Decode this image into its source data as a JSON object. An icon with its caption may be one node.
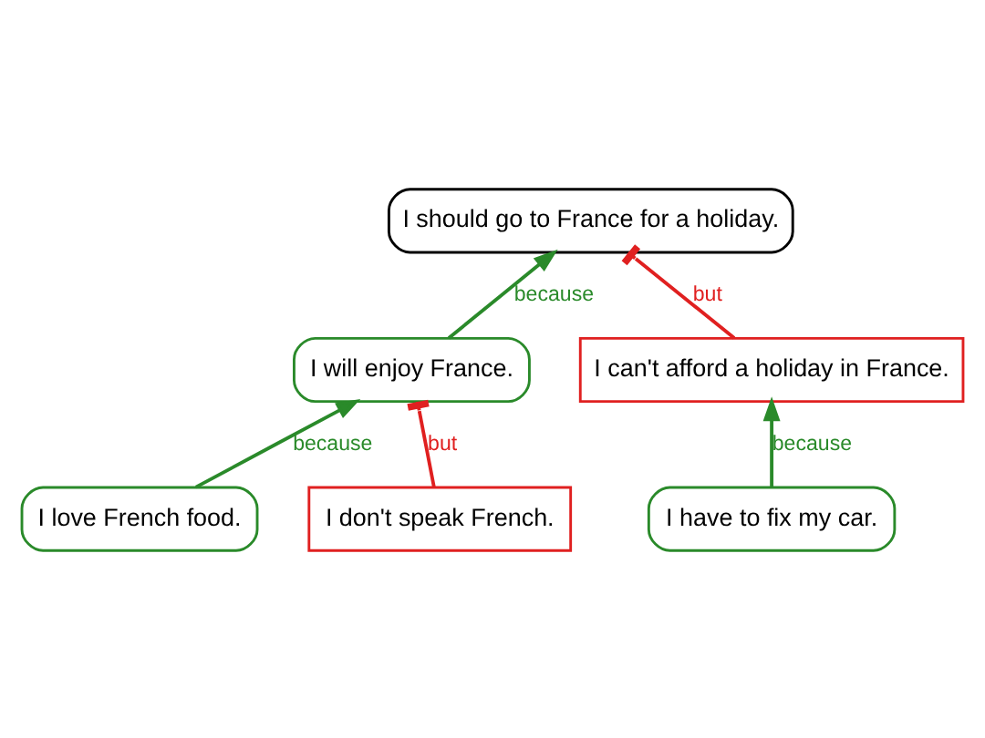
{
  "diagram": {
    "nodes": [
      {
        "text": [
          "I should go to France for a holiday."
        ]
      },
      {
        "text": [
          "I will enjoy France."
        ]
      },
      {
        "text": [
          "I can't afford a holiday in France."
        ]
      },
      {
        "text": [
          "I love French food."
        ]
      },
      {
        "text": [
          "I don't speak French."
        ]
      },
      {
        "text": [
          "I have to fix my car."
        ]
      }
    ],
    "edges": [
      {
        "from": 1,
        "to": 0,
        "arrow": "to",
        "label": "because"
      },
      {
        "from": 2,
        "to": 0,
        "arrow": "other",
        "label": "but",
        "color": "#e02020"
      },
      {
        "from": 3,
        "to": 1,
        "arrow": "to",
        "label": "because"
      },
      {
        "from": 4,
        "to": 1,
        "arrow": "other",
        "label": "but",
        "color": "#e02020"
      },
      {
        "from": 5,
        "to": 2,
        "arrow": "to",
        "label": "because"
      }
    ]
  }
}
